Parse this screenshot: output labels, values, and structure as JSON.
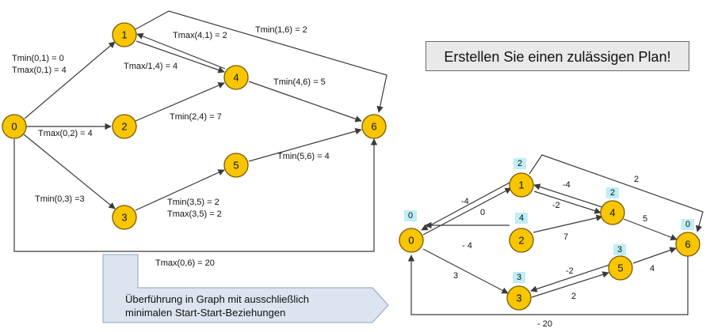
{
  "callout": "Erstellen Sie einen zulässigen Plan!",
  "transform_arrow_text_line1": "Überführung in Graph mit ausschließlich",
  "transform_arrow_text_line2": "minimalen Start-Start-Beziehungen",
  "colors": {
    "node_fill": "#f7c600",
    "badge_fill": "#bfeef6",
    "arrow_fill": "#dce4ef"
  },
  "left_graph": {
    "nodes": [
      "0",
      "1",
      "2",
      "3",
      "4",
      "5",
      "6"
    ],
    "labels": {
      "tmin01": "Tmin(0,1) = 0",
      "tmax01": "Tmax(0,1) = 4",
      "tmax41": "Tmax(4,1) = 2",
      "tmin16": "Tmin(1,6) = 2",
      "tmax14": "Tmax/1,4) = 4",
      "tmin46": "Tmin(4,6) = 5",
      "tmax02": "Tmax(0,2) = 4",
      "tmin24": "Tmin(2,4) = 7",
      "tmin56": "Tmin(5,6) = 4",
      "tmin03": "Tmin(0,3) =3",
      "tmin35": "Tmin(3,5) = 2",
      "tmax35": "Tmax(3,5) = 2",
      "tmax06": "Tmax(0,6) = 20"
    }
  },
  "right_graph": {
    "nodes": [
      "0",
      "1",
      "2",
      "3",
      "4",
      "5",
      "6"
    ],
    "badges": {
      "n0": "0",
      "n1": "2",
      "n2": "4",
      "n3": "3",
      "n4": "2",
      "n5": "3",
      "n6": "0"
    },
    "weights": {
      "w10": "-4",
      "w01": "0",
      "w41": "-4",
      "w14": "-2",
      "w16": "2",
      "w46": "5",
      "w20": "- 4",
      "w24": "7",
      "w03": "3",
      "w53": "-2",
      "w35": "2",
      "w56": "4",
      "w60": "- 20"
    }
  }
}
